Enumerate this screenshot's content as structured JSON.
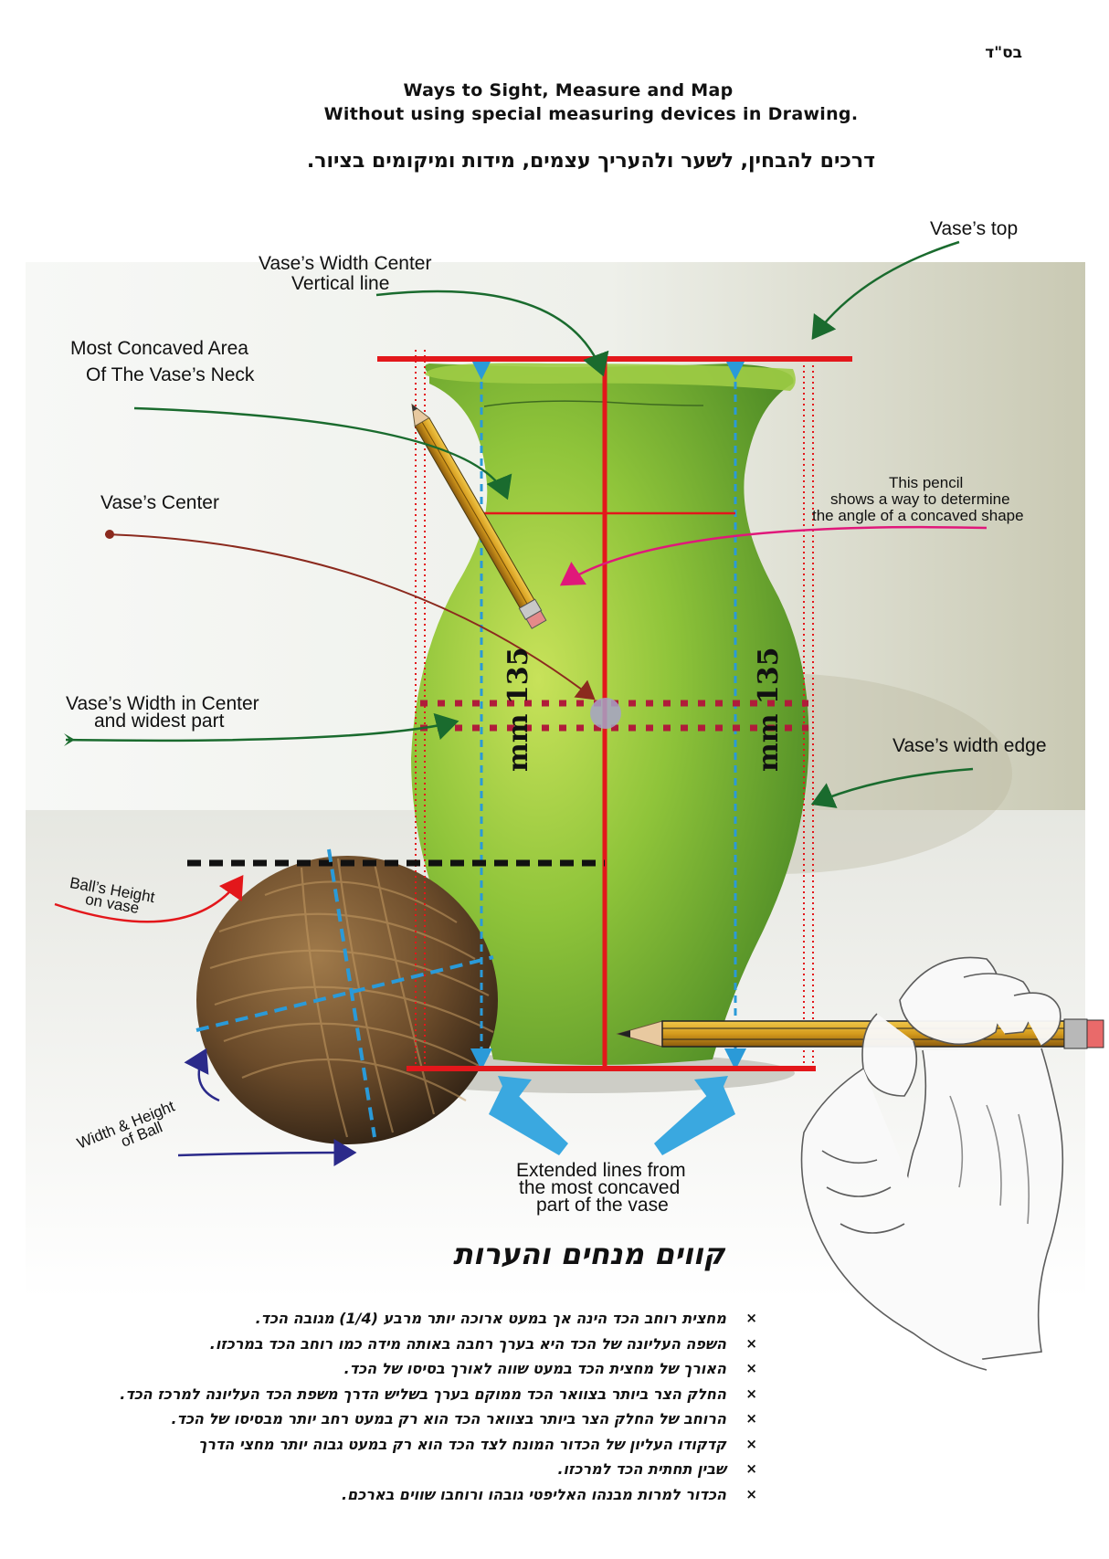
{
  "header": {
    "bsd": "בס\"ד",
    "title_line1": "Ways to Sight, Measure and Map",
    "title_line2": "Without using special measuring devices in Drawing.",
    "subtitle_hebrew": "דרכים להבחין, לשער ולהעריך עצמים, מידות ומיקומים בציור."
  },
  "labels": {
    "vase_top": "Vase’s top",
    "width_center_line1": "Vase’s Width Center",
    "width_center_line2": "Vertical line",
    "concaved_line1": "Most Concaved Area",
    "concaved_line2": "Of The Vase’s Neck",
    "vase_center": "Vase’s Center",
    "pencil_line1": "This pencil",
    "pencil_line2": "shows a way to determine",
    "pencil_line3": "the angle of a concaved  shape",
    "width_widest_line1": "Vase’s Width in Center",
    "width_widest_line2": "and widest part",
    "width_edge": "Vase’s width edge",
    "ball_height_line1": "Ball’s Height",
    "ball_height_line2": "on vase",
    "ball_wh_line1": "Width & Height",
    "ball_wh_line2": "of Ball",
    "extended_line1": "Extended lines from",
    "extended_line2": "the most concaved",
    "extended_line3": "part of the vase",
    "measure_left": "mm 135",
    "measure_right": "mm 135"
  },
  "colors": {
    "vase_green": "#8fc43a",
    "guide_red": "#e3171b",
    "dotted_red": "#b01c3a",
    "dash_blue": "#2a9ad8",
    "arrow_green": "#1a6b2e",
    "arrow_magenta": "#e0187a",
    "arrow_brown": "#8b2a1e",
    "arrow_navy": "#2b2a8a",
    "arrow_blue": "#3aa8e0"
  },
  "guides": {
    "heading": "קווים מנחים והערות",
    "notes": [
      "מחצית רוחב הכד הינה אך במעט ארוכה יותר מרבע (1/4) מגובה הכד.",
      "השפה העליונה של הכד היא בערך רחבה באותה מידה כמו רוחב הכד במרכזו.",
      "האורך של מחצית הכד במעט שווה לאורך בסיסו של הכד.",
      "החלק הצר ביותר בצוואר הכד ממוקם בערך בשליש הדרך משפת הכד העליונה למרכז הכד.",
      "הרוחב של החלק הצר ביותר בצוואר הכד הוא רק במעט רחב יותר מבסיסו של הכד.",
      "קדקודו העליון של הכדור המונח לצד הכד הוא רק במעט גבוה יותר מחצי הדרך",
      "שבין תחתית הכד למרכזו.",
      "הכדור למרות מבנהו האליפטי גובהו ורוחבו שווים בארכם."
    ],
    "marker": "×"
  }
}
